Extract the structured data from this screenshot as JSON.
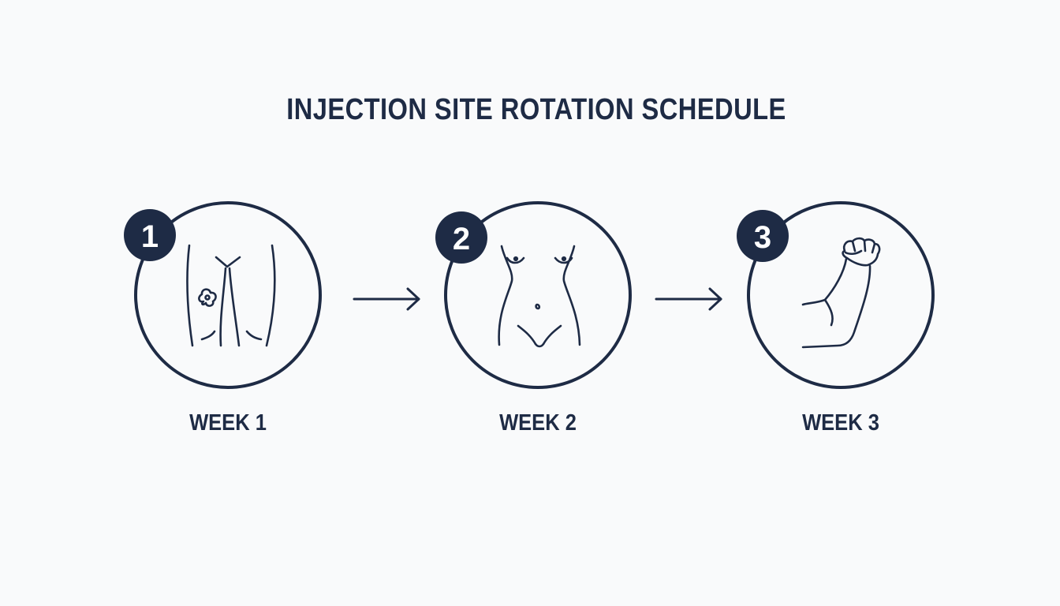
{
  "title": "INJECTION SITE ROTATION SCHEDULE",
  "colors": {
    "background": "#f9fafb",
    "ink": "#1e2b45",
    "badge_text": "#ffffff"
  },
  "steps": [
    {
      "number": "1",
      "label": "WEEK 1",
      "icon": "thigh-icon"
    },
    {
      "number": "2",
      "label": "WEEK 2",
      "icon": "abdomen-icon"
    },
    {
      "number": "3",
      "label": "WEEK 3",
      "icon": "upper-arm-icon"
    }
  ]
}
